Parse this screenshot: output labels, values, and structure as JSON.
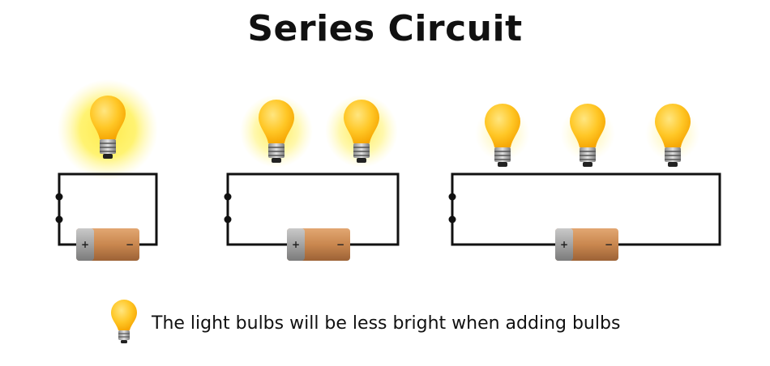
{
  "title": "Series Circuit",
  "caption": "The light bulbs will be less bright when adding bulbs",
  "battery": {
    "positive": "+",
    "negative": "−"
  },
  "colors": {
    "bulb": "#FFC726",
    "glow": "#FFEA4D",
    "wire": "#111111",
    "battery_copper": "#C9874F",
    "battery_silver": "#9E9E9E"
  },
  "circuits": [
    {
      "name": "circuit-one-bulb",
      "bulbs": 1
    },
    {
      "name": "circuit-two-bulbs",
      "bulbs": 2
    },
    {
      "name": "circuit-three-bulbs",
      "bulbs": 3
    }
  ]
}
